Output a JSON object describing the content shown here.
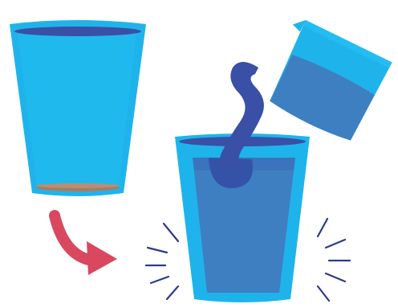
{
  "scene": {
    "empty_glass": {
      "contents": "empty",
      "has_residue": true
    },
    "transition_arrow": {
      "direction": "down-right"
    },
    "filled_glass": {
      "contents": "water",
      "state": "being-filled"
    },
    "pouring_container": {
      "action": "pouring"
    }
  },
  "colors": {
    "glass_body": "#1EB4EB",
    "glass_shade": "#23BDF1",
    "glass_rim": "#3A4FA6",
    "water": "#3E7FC2",
    "water_dark": "#3453A8",
    "pour_stream": "#3A4FA6",
    "residue": "#A87C62",
    "arrow": "#D9485F",
    "motion_lines": "#2E3A8C"
  },
  "icons": {
    "empty_glass": "empty-glass-icon",
    "arrow": "curved-arrow-icon",
    "full_glass": "water-glass-icon",
    "pitcher": "pouring-pitcher-icon",
    "motion": "motion-lines-icon"
  }
}
